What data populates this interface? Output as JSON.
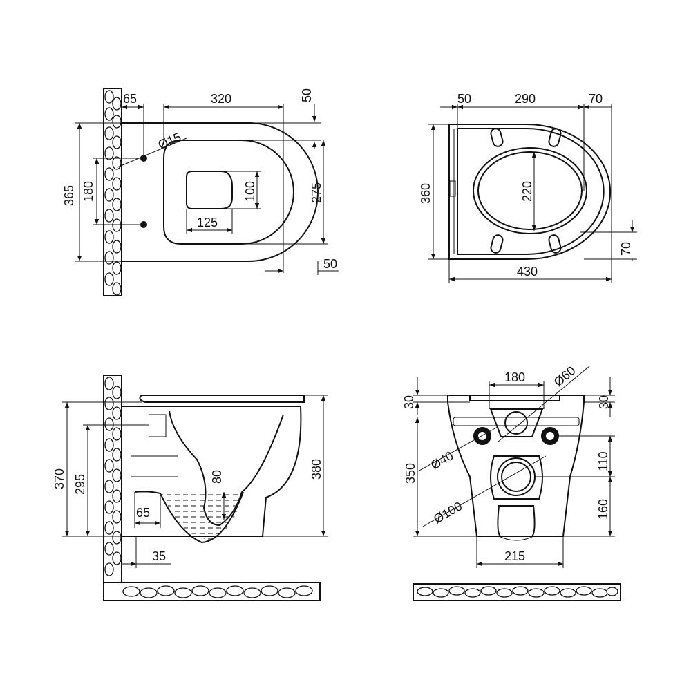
{
  "views": {
    "top": {
      "labels": {
        "wall_gap": "65",
        "length": "320",
        "top_offset": "50",
        "hole_dia": "Ø15",
        "height_outer": "365",
        "hole_spacing": "180",
        "bowl_depth": "100",
        "bowl_width": "275",
        "bowl_len": "125",
        "front_offset": "50"
      }
    },
    "seat": {
      "labels": {
        "left": "50",
        "center": "290",
        "right": "70",
        "height": "360",
        "inner": "220",
        "lower_offset": "70",
        "width": "430"
      }
    },
    "side": {
      "labels": {
        "h1": "370",
        "h2": "295",
        "water": "80",
        "total": "380",
        "outlet": "65",
        "base": "35"
      }
    },
    "rear": {
      "labels": {
        "spacing": "180",
        "inlet_dia": "Ø60",
        "top_left": "30",
        "top_right": "30",
        "bolt_dia": "Ø40",
        "height": "350",
        "offset": "110",
        "outlet_dia": "Ø100",
        "outlet_height": "160",
        "bottom_width": "215"
      }
    }
  }
}
